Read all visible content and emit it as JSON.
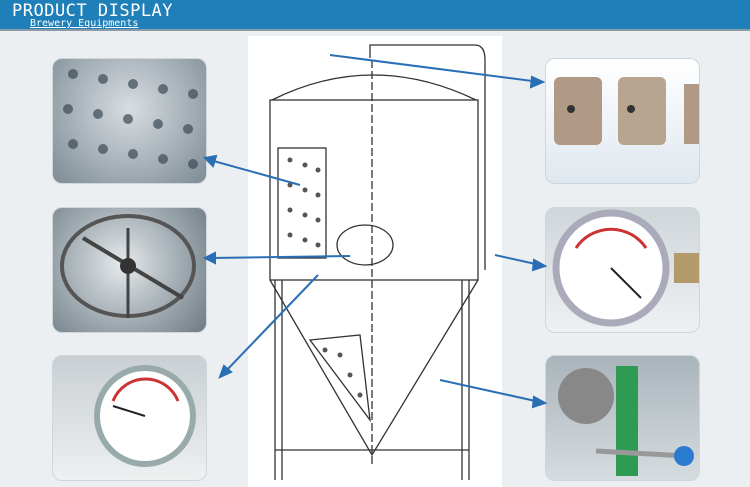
{
  "header": {
    "title": "PRODUCT DISPLAY",
    "subtitle": "Brewery Equipments"
  },
  "colors": {
    "header": "#1f7fb8",
    "arrow": "#2a6fb5"
  },
  "photos": [
    "perforated-jacket",
    "manway",
    "thermometer",
    "safety-valve",
    "pressure-gauge",
    "sampling-valve"
  ]
}
